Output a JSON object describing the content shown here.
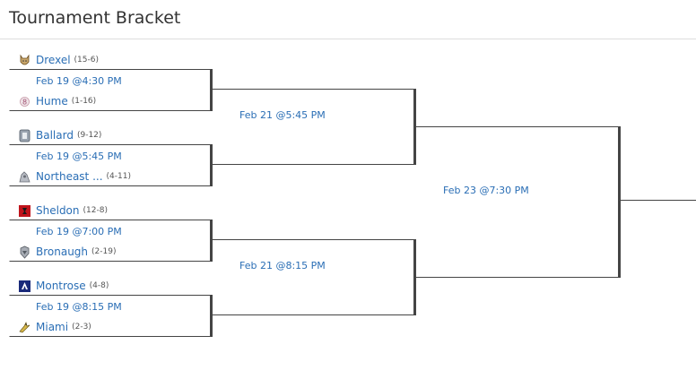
{
  "page": {
    "title": "Tournament Bracket"
  },
  "colors": {
    "link": "#2a6eb5",
    "line": "#444444",
    "rule": "#dddddd"
  },
  "round1": [
    {
      "top": {
        "name": "Drexel",
        "record": "(15-6)",
        "logo": "bulldog-logo-icon"
      },
      "time": "Feb 19 @4:30 PM",
      "bottom": {
        "name": "Hume",
        "record": "(1-16)",
        "logo": "h-logo-icon"
      }
    },
    {
      "top": {
        "name": "Ballard",
        "record": "(9-12)",
        "logo": "ballard-logo-icon"
      },
      "time": "Feb 19 @5:45 PM",
      "bottom": {
        "name": "Northeast ...",
        "record": "(4-11)",
        "logo": "northeast-logo-icon"
      }
    },
    {
      "top": {
        "name": "Sheldon",
        "record": "(12-8)",
        "logo": "sheldon-logo-icon"
      },
      "time": "Feb 19 @7:00 PM",
      "bottom": {
        "name": "Bronaugh",
        "record": "(2-19)",
        "logo": "bronaugh-logo-icon"
      }
    },
    {
      "top": {
        "name": "Montrose",
        "record": "(4-8)",
        "logo": "montrose-logo-icon"
      },
      "time": "Feb 19 @8:15 PM",
      "bottom": {
        "name": "Miami",
        "record": "(2-3)",
        "logo": "miami-logo-icon"
      }
    }
  ],
  "round2": [
    {
      "time": "Feb 21 @5:45 PM"
    },
    {
      "time": "Feb 21 @8:15 PM"
    }
  ],
  "round3": [
    {
      "time": "Feb 23 @7:30 PM"
    }
  ]
}
